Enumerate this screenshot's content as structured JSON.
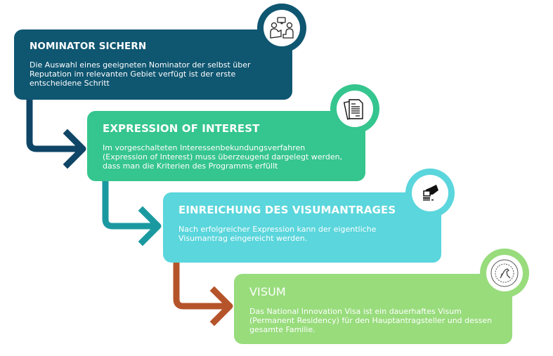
{
  "steps": [
    {
      "title": "NOMINATOR SICHERN",
      "description": "Die Auswahl eines geeigneten Nominator der selbst über Reputation im relevanten Gebiet verfügt ist der erste entscheidene Schritt",
      "color": "#0f5671",
      "icon": "meeting-icon"
    },
    {
      "title": "EXPRESSION OF INTEREST",
      "description": "Im vorgeschalteten Interessenbekundungsverfahren (Expression of Interest) muss überzeugend dargelegt werden, dass man die Kriterien des Programms erfüllt",
      "color": "#35c58e",
      "icon": "document-icon"
    },
    {
      "title": "EINREICHUNG DES VISUMANTRAGES",
      "description": "Nach erfolgreicher Expression kann der eigentliche Visumantrag eingereicht werden.",
      "color": "#5ad6dc",
      "icon": "hand-submit-icon"
    },
    {
      "title": "VISUM",
      "description": "Das National Innovation Visa ist ein dauerhaftes Visum (Permanent Residency) für den Hauptantragsteller und dessen gesamte Familie.",
      "color": "#98dc7c",
      "icon": "australia-stamp-icon"
    }
  ],
  "arrow_colors": [
    "#0f4566",
    "#1a9aa0",
    "#b5542a"
  ]
}
